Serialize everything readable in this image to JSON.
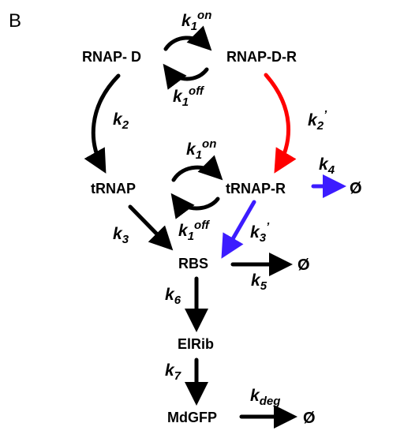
{
  "panel_label": "B",
  "nodes": {
    "rnap_d": "RNAP- D",
    "rnap_d_r": "RNAP-D-R",
    "trnap": "tRNAP",
    "trnap_r": "tRNAP-R",
    "rbs": "RBS",
    "elrib": "ElRib",
    "mdgfp": "MdGFP",
    "empty_set": "Ø"
  },
  "rates": {
    "k1on_top": {
      "base": "k",
      "sub": "1",
      "sup": "on"
    },
    "k1off_top": {
      "base": "k",
      "sub": "1",
      "sup": "off"
    },
    "k2": {
      "base": "k",
      "sub": "2"
    },
    "k2p": {
      "base": "k",
      "sub": "2",
      "sup": "’"
    },
    "k1on_mid": {
      "base": "k",
      "sub": "1",
      "sup": "on"
    },
    "k1off_mid": {
      "base": "k",
      "sub": "1",
      "sup": "off"
    },
    "k3": {
      "base": "k",
      "sub": "3"
    },
    "k3p": {
      "base": "k",
      "sub": "3",
      "sup": "’"
    },
    "k4": {
      "base": "k",
      "sub": "4"
    },
    "k5": {
      "base": "k",
      "sub": "5"
    },
    "k6": {
      "base": "k",
      "sub": "6"
    },
    "k7": {
      "base": "k",
      "sub": "7"
    },
    "kdeg": {
      "base": "k",
      "sub": "deg"
    }
  },
  "colors": {
    "default_arrow": "#000000",
    "red_arrow": "#ff0000",
    "blue_arrow": "#3c1cff"
  }
}
